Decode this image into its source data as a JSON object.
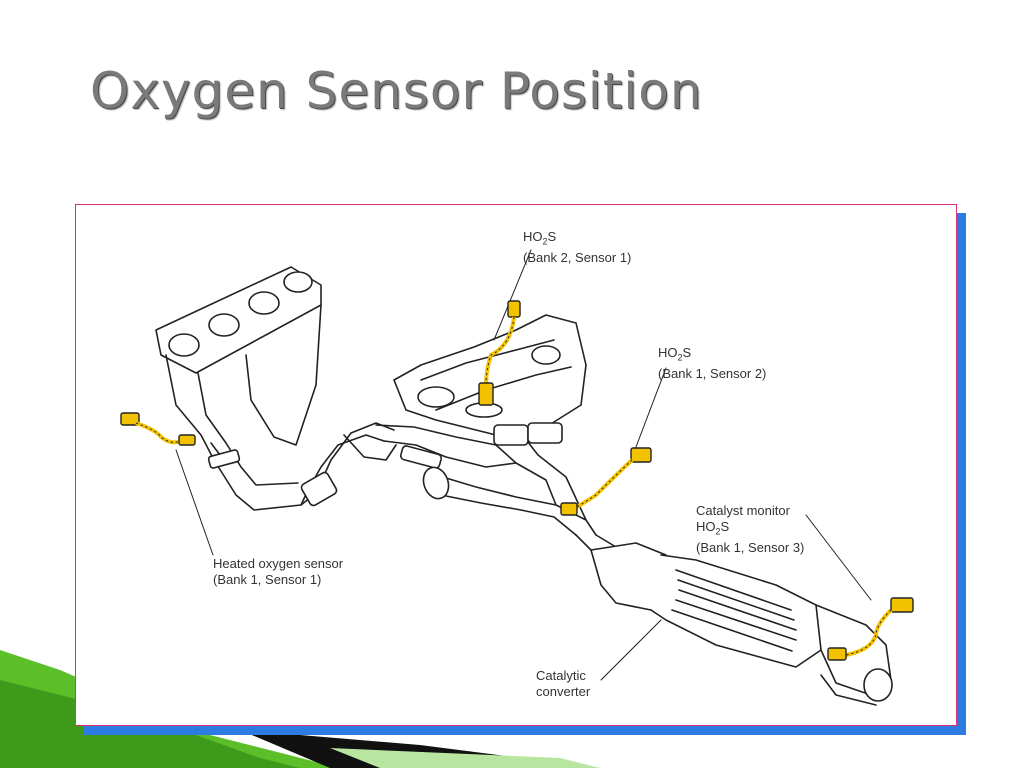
{
  "slide": {
    "title": "Oxygen Sensor Position"
  },
  "labels": {
    "bank2_sensor1": {
      "line1_pre": "HO",
      "line1_sub": "2",
      "line1_post": "S",
      "line2": "(Bank 2, Sensor 1)"
    },
    "bank1_sensor2": {
      "line1_pre": "HO",
      "line1_sub": "2",
      "line1_post": "S",
      "line2": "(Bank 1, Sensor 2)"
    },
    "bank1_sensor3": {
      "line0": "Catalyst monitor",
      "line1_pre": "HO",
      "line1_sub": "2",
      "line1_post": "S",
      "line2": "(Bank 1, Sensor 3)"
    },
    "bank1_sensor1": {
      "line1": "Heated oxygen sensor",
      "line2": "(Bank 1, Sensor 1)"
    },
    "catalytic": {
      "line1": "Catalytic",
      "line2": "converter"
    }
  },
  "colors": {
    "title": "#7a7a7a",
    "frame_border": "#e0307a",
    "frame_shadow": "#2c7be0",
    "sensor_yellow": "#f2c200",
    "accent_green": "#5cbf2a"
  }
}
